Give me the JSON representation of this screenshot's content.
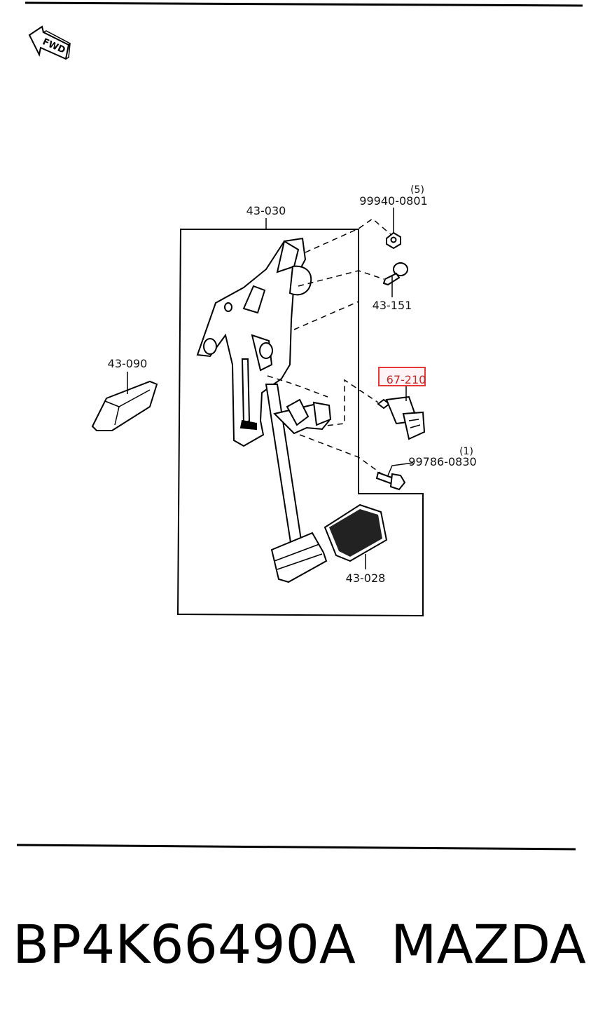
{
  "direction_label": "FWD",
  "callouts": {
    "bracket": "43-030",
    "nut": "99940-0801",
    "nut_qty": "(5)",
    "pin": "43-151",
    "stopper": "43-090",
    "switch": "67-210",
    "bolt": "99786-0830",
    "bolt_qty": "(1)",
    "pad": "43-028"
  },
  "highlighted_callout": "67-210",
  "highlight_color": "#e53935",
  "footer": {
    "part_number": "BP4K66490A",
    "brand": "MAZDA"
  }
}
